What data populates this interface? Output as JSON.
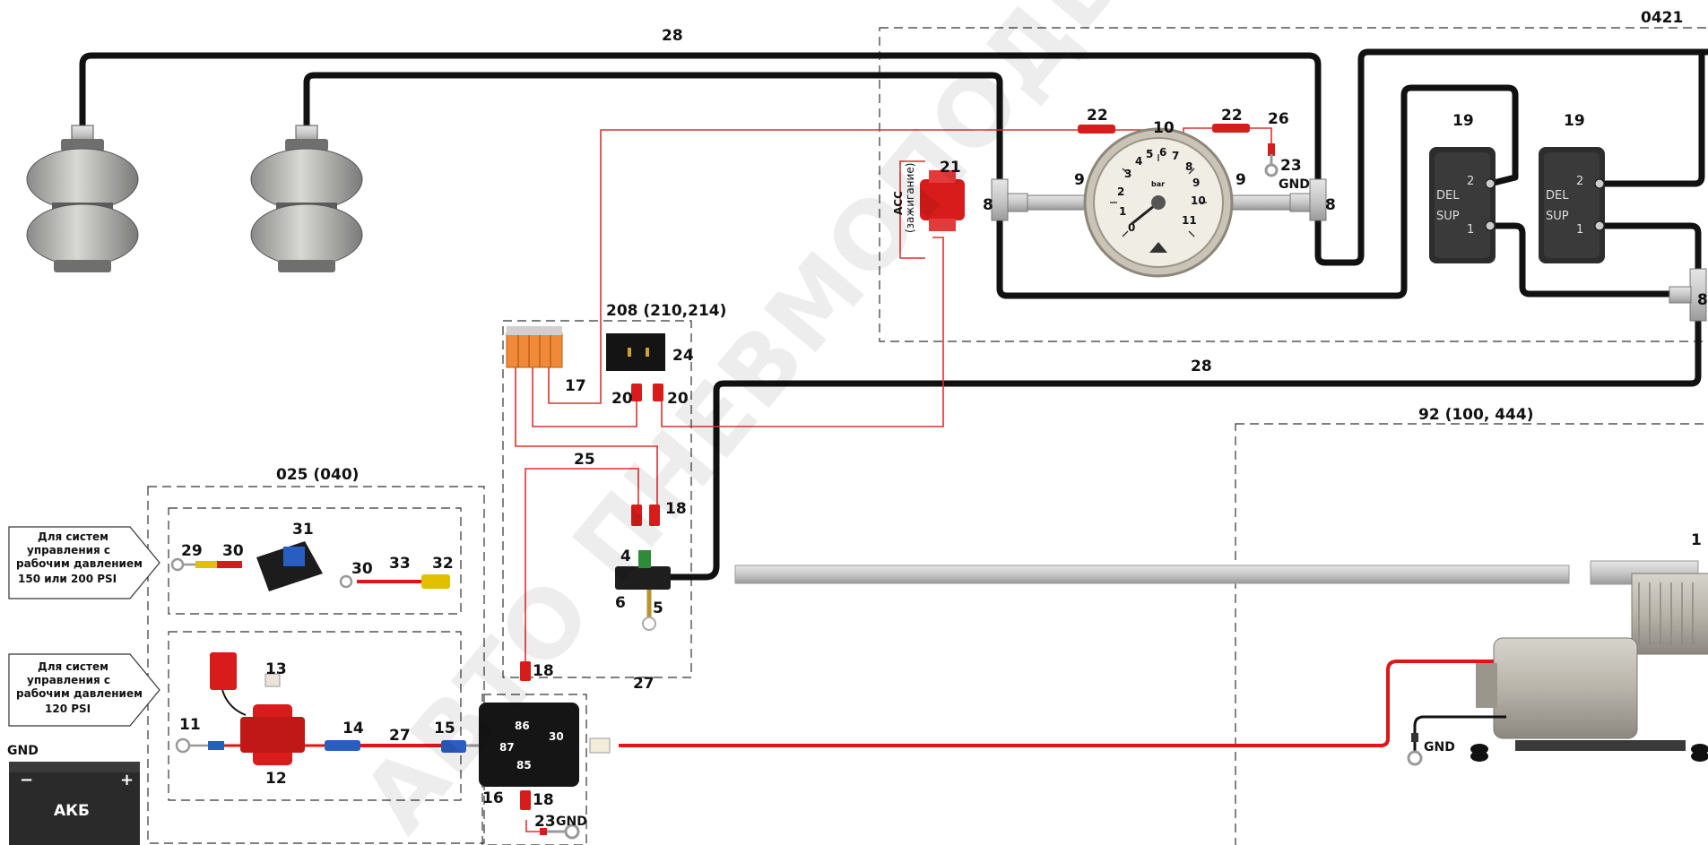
{
  "group_labels": {
    "g0421": "0421",
    "g208": "208 (210,214)",
    "g025": "025 (040)",
    "g92": "92 (100, 444)"
  },
  "hose_labels": {
    "top": "28",
    "middle": "28"
  },
  "callouts": {
    "high_pressure": [
      "Для систем",
      "управления с",
      "рабочим давлением",
      "150 или 200 PSI"
    ],
    "low_pressure": [
      "Для систем",
      "управления с",
      "рабочим давлением",
      "120 PSI"
    ]
  },
  "acc_label": [
    "ACC",
    "(зажигание)"
  ],
  "battery": {
    "label": "АКБ",
    "minus": "−",
    "plus": "+",
    "gnd": "GND"
  },
  "gnd": {
    "gauge": "GND",
    "relay": "GND",
    "compressor": "GND"
  },
  "relay_pins": {
    "p86": "86",
    "p87": "87",
    "p30": "30",
    "p85": "85"
  },
  "valves": [
    {
      "del_no": "2",
      "del": "DEL",
      "sup": "SUP",
      "sup_no": "1"
    },
    {
      "del_no": "2",
      "del": "DEL",
      "sup": "SUP",
      "sup_no": "1"
    }
  ],
  "gauge": {
    "unit": "bar",
    "ticks": [
      "0",
      "1",
      "2",
      "3",
      "4",
      "5",
      "6",
      "7",
      "8",
      "9",
      "10",
      "11"
    ]
  },
  "watermark": "АВТО ПНЕВМОПОДВЕСКА",
  "parts": {
    "n1": "1",
    "n4": "4",
    "n5": "5",
    "n6": "6",
    "n8a": "8",
    "n8b": "8",
    "n8c": "8",
    "n9a": "9",
    "n9b": "9",
    "n10": "10",
    "n11": "11",
    "n12": "12",
    "n13": "13",
    "n14": "14",
    "n15": "15",
    "n16": "16",
    "n17": "17",
    "n18a": "18",
    "n18b": "18",
    "n18c": "18",
    "n19a": "19",
    "n19b": "19",
    "n20a": "20",
    "n20b": "20",
    "n21": "21",
    "n22a": "22",
    "n22b": "22",
    "n23a": "23",
    "n23b": "23",
    "n24": "24",
    "n25": "25",
    "n26": "26",
    "n27a": "27",
    "n27b": "27",
    "n29": "29",
    "n30a": "30",
    "n30b": "30",
    "n31": "31",
    "n32": "32",
    "n33": "33"
  },
  "colors": {
    "hose": "#111111",
    "wire_red": "#e01515",
    "wire_thin": "#e03030",
    "component_red": "#d81b1b",
    "metal": "#b9b9b9",
    "dark": "#222222"
  }
}
